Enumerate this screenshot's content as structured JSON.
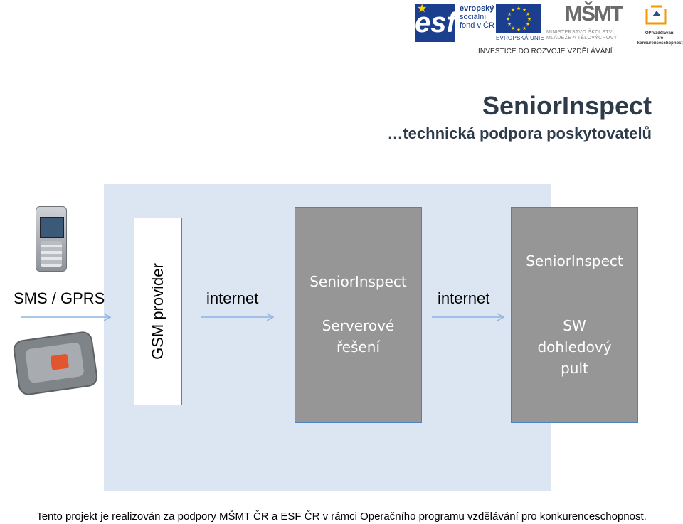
{
  "logos": {
    "esf_mark": "esf",
    "esf_text": [
      "evropský",
      "sociální",
      "fond v ČR"
    ],
    "eu_caption": "EVROPSKÁ UNIE",
    "msmt_mark": "MŠMT",
    "msmt_caption": [
      "MINISTERSTVO ŠKOLSTVÍ,",
      "MLÁDEŽE A TĚLOVÝCHOVY"
    ],
    "op_caption": [
      "OP Vzdělávání",
      "pro konkurenceschopnost"
    ],
    "investice": "INVESTICE DO ROZVOJE VZDĚLÁVÁNÍ"
  },
  "title": "SeniorInspect",
  "subtitle": "…technická podpora poskytovatelů",
  "diagram": {
    "sms_gprs": "SMS / GPRS",
    "gsm_provider": "GSM provider",
    "internet_1": "internet",
    "internet_2": "internet",
    "server_box": {
      "title": "SeniorInspect",
      "line1": "Serverové",
      "line2": "řešení"
    },
    "sw_box": {
      "title": "SeniorInspect",
      "line1": "SW",
      "line2": "dohledový",
      "line3": "pult"
    }
  },
  "footer": "Tento projekt je realizován za podpory MŠMT ČR a ESF ČR v rámci Operačního programu vzdělávání pro konkurenceschopnost.",
  "colors": {
    "panel": "#dce6f2",
    "box_fill": "#969696",
    "box_border": "#4f81bd",
    "arrow": "#8eb4e3",
    "title": "#2e3b4a"
  }
}
